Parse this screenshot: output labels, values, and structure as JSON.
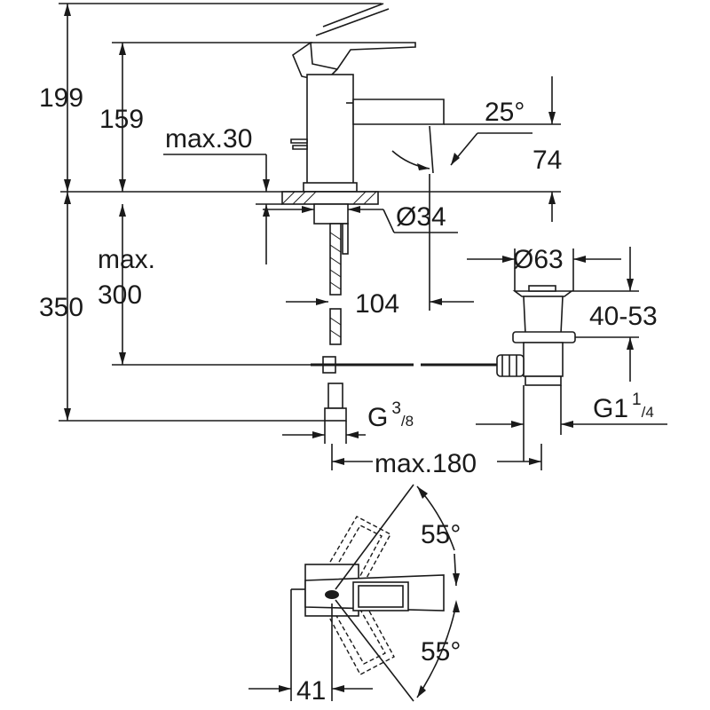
{
  "dimensions": {
    "total_height": "199",
    "spout_height": "159",
    "max_thickness": "max.30",
    "spout_angle": "25°",
    "spout_clearance": "74",
    "hole_diameter": "Ø34",
    "max_label": "max.",
    "max_300": "300",
    "supply_length": "350",
    "reach": "104",
    "waste_diameter": "Ø63",
    "waste_height": "40-53",
    "connection_g": "G",
    "connection_num": "3",
    "connection_den": "8",
    "waste_thread_g": "G1",
    "waste_thread_num": "1",
    "waste_thread_den": "4",
    "max_180": "max.180",
    "rotate_up": "55°",
    "rotate_down": "55°",
    "lever_offset": "41"
  }
}
